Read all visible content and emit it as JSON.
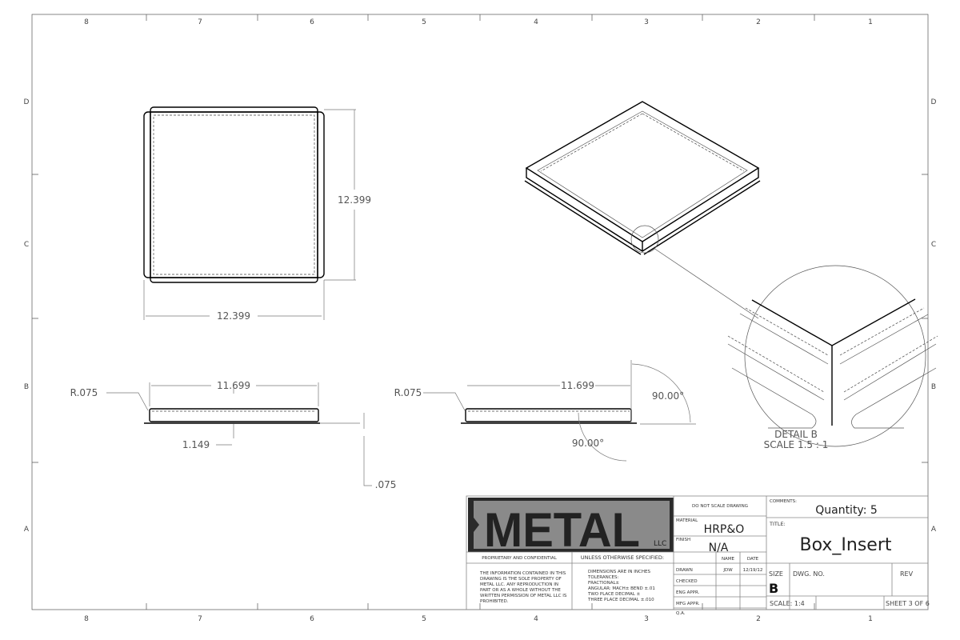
{
  "zones": {
    "columns": [
      "8",
      "7",
      "6",
      "5",
      "4",
      "3",
      "2",
      "1"
    ],
    "rows": [
      "D",
      "C",
      "B",
      "A"
    ]
  },
  "dimensions": {
    "height": "12.399",
    "width": "12.399",
    "side_left_length": "11.699",
    "side_left_radius": "R.075",
    "side_left_height": "1.149",
    "thickness": ".075",
    "side_right_length": "11.699",
    "side_right_radius": "R.075",
    "angle_top": "90.00°",
    "angle_bottom": "90.00°"
  },
  "detail": {
    "label": "DETAIL B",
    "scale": "SCALE 1.5 : 1"
  },
  "title_block": {
    "logo_text": "METAL",
    "logo_suffix": "LLC",
    "proprietary": "PROPRIETARY AND CONFIDENTIAL",
    "proprietary_text": [
      "THE INFORMATION CONTAINED IN THIS",
      "DRAWING IS THE SOLE PROPERTY OF",
      "METAL LLC. ANY REPRODUCTION IN",
      "PART OR AS A WHOLE WITHOUT THE",
      "WRITTEN PERMISSION OF METAL LLC IS",
      "PROHIBITED."
    ],
    "unless": "UNLESS OTHERWISE SPECIFIED:",
    "tolerance_text": [
      "DIMENSIONS ARE IN INCHES",
      "TOLERANCES:",
      "FRACTIONAL±",
      "ANGULAR: MACH±    BEND ±.01",
      "TWO PLACE DECIMAL    ±",
      "THREE PLACE DECIMAL  ±.010"
    ],
    "do_not_scale": "DO NOT SCALE DRAWING",
    "material_label": "MATERIAL",
    "material": "HRP&O",
    "finish_label": "FINISH",
    "finish": "N/A",
    "name_header": "NAME",
    "date_header": "DATE",
    "drawn_label": "DRAWN",
    "drawn_name": "JDW",
    "drawn_date": "12/19/12",
    "checked_label": "CHECKED",
    "eng_label": "ENG APPR.",
    "mfg_label": "MFG APPR.",
    "qa_label": "Q.A.",
    "comments_label": "COMMENTS:",
    "comments": "Quantity: 5",
    "title_label": "TITLE:",
    "title": "Box_Insert",
    "size_label": "SIZE",
    "size": "B",
    "dwg_label": "DWG.  NO.",
    "rev_label": "REV",
    "scale": "SCALE: 1:4",
    "sheet": "SHEET 3 OF 6"
  }
}
